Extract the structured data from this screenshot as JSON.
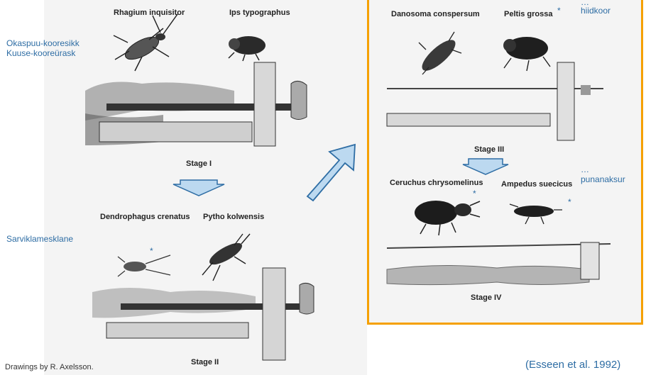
{
  "species": {
    "rhagium": "Rhagium inquisitor",
    "ips": "Ips typographus",
    "dendrophagus": "Dendrophagus crenatus",
    "pytho": "Pytho kolwensis",
    "danosoma": "Danosoma conspersum",
    "peltis": "Peltis grossa",
    "ceruchus": "Ceruchus chrysomelinus",
    "ampedus": "Ampedus suecicus"
  },
  "stages": {
    "s1": "Stage I",
    "s2": "Stage II",
    "s3": "Stage III",
    "s4": "Stage IV"
  },
  "notes": {
    "okaspuu": "Okaspuu-kooresikk",
    "kuuse": "Kuuse-kooreürask",
    "sarvik": "Sarviklamesklane",
    "hiid_dots": "…",
    "hiid": "hiidkoor",
    "puna_dots": "…",
    "puna": "punanaksur"
  },
  "star": "*",
  "credit": "Drawings by R. Axelsson.",
  "citation": "(Esseen et al. 1992)",
  "colors": {
    "accent_blue": "#2e6da4",
    "arrow_fill": "#bcd9f0",
    "frame_orange": "#f5a000"
  }
}
